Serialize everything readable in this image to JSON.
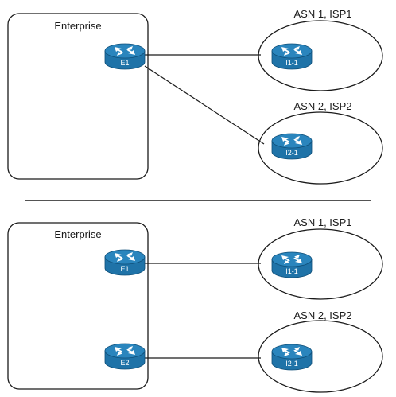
{
  "top": {
    "enterprise_label": "Enterprise",
    "routers": {
      "e1": "E1"
    },
    "isps": [
      {
        "title": "ASN 1, ISP1",
        "router": "I1-1"
      },
      {
        "title": "ASN 2, ISP2",
        "router": "I2-1"
      }
    ]
  },
  "bottom": {
    "enterprise_label": "Enterprise",
    "routers": {
      "e1": "E1",
      "e2": "E2"
    },
    "isps": [
      {
        "title": "ASN 1, ISP1",
        "router": "I1-1"
      },
      {
        "title": "ASN 2, ISP2",
        "router": "I2-1"
      }
    ]
  },
  "colors": {
    "router_body": "#1f73a8",
    "router_top": "#2a85bd",
    "router_edge": "#0f4f79",
    "line": "#1a1a1a"
  }
}
